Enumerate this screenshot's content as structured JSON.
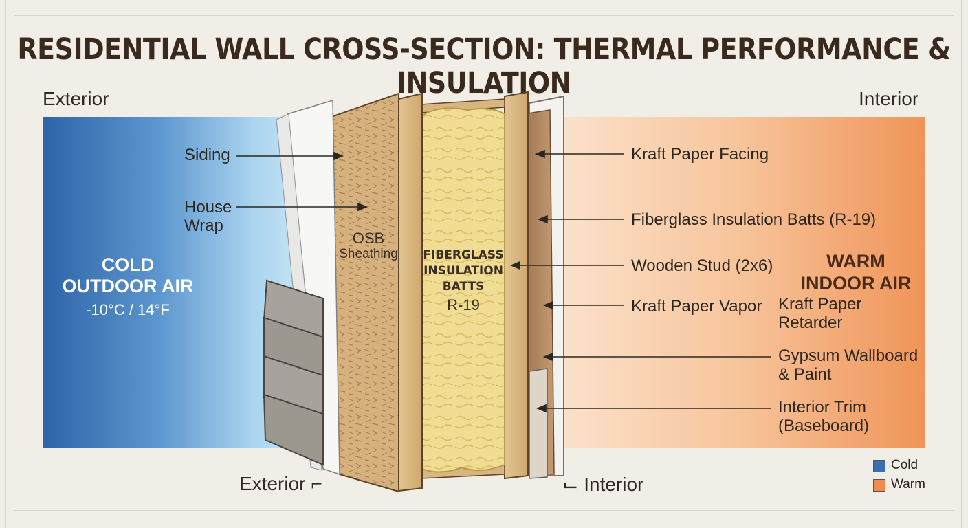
{
  "title": "RESIDENTIAL WALL CROSS-SECTION: THERMAL PERFORMANCE & INSULATION",
  "sides": {
    "exterior_top": "Exterior",
    "interior_top": "Interior",
    "exterior_bottom": "Exterior ⌐",
    "interior_bottom": "⌙ Interior"
  },
  "cold": {
    "line1": "COLD",
    "line2": "OUTDOOR AIR",
    "temp": "-10°C / 14°F",
    "color": "#2d64a8"
  },
  "warm": {
    "line1": "WARM",
    "line2": "INDOOR AIR",
    "color": "#f09458"
  },
  "layers": {
    "osb_line1": "OSB",
    "osb_line2": "Sheathing",
    "insul_line1": "FIBERGLASS",
    "insul_line2": "INSULATION",
    "insul_line3": "BATTS",
    "insul_line4": "R-19"
  },
  "callouts_left": {
    "siding": "Siding",
    "house_wrap_1": "House",
    "house_wrap_2": "Wrap"
  },
  "callouts_right": {
    "kraft_facing": "Kraft Paper Facing",
    "fiberglass": "Fiberglass Insulation Batts (R-19)",
    "stud": "Wooden Stud (2x6)",
    "vapor": "Kraft Paper Vapor",
    "retarder_1": "Kraft Paper",
    "retarder_2": "Retarder",
    "gypsum_1": "Gypsum Wallboard",
    "gypsum_2": "& Paint",
    "trim_1": "Interior Trim",
    "trim_2": "(Baseboard)"
  },
  "legend": {
    "cold": "Cold",
    "warm": "Warm",
    "cold_color": "#3a6fb0",
    "warm_color": "#f08a50"
  }
}
